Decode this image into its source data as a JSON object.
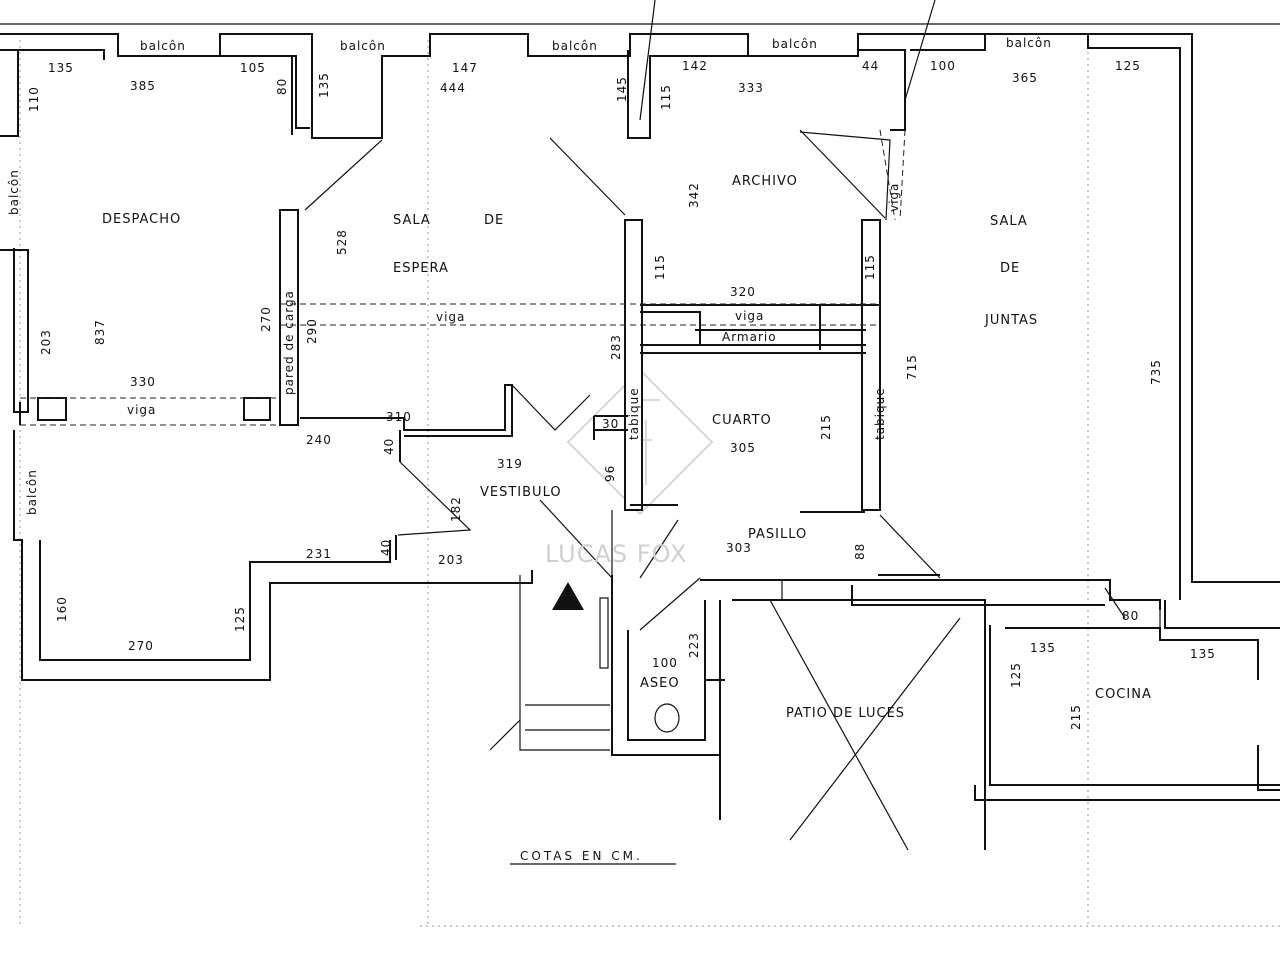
{
  "rooms": {
    "despacho": "DESPACHO",
    "sala_espera_1": "SALA",
    "sala_espera_2": "DE",
    "sala_espera_3": "ESPERA",
    "archivo": "ARCHIVO",
    "sala_juntas_1": "SALA",
    "sala_juntas_2": "DE",
    "sala_juntas_3": "JUNTAS",
    "cuarto": "CUARTO",
    "vestibulo": "VESTIBULO",
    "pasillo": "PASILLO",
    "aseo": "ASEO",
    "patio": "PATIO DE LUCES",
    "cocina": "COCINA"
  },
  "labels": {
    "balcon": "balcôn",
    "viga": "viga",
    "armario": "Armario",
    "tabique": "tabique",
    "pared_de_carga": "pared de carga",
    "cotas": "COTAS EN CM.",
    "watermark": "LUCAS FOX"
  },
  "dims": {
    "d135a": "135",
    "d385": "385",
    "d105": "105",
    "d80a": "80",
    "d110": "110",
    "d135b": "135",
    "d147": "147",
    "d444": "444",
    "d145": "145",
    "d115a": "115",
    "d142": "142",
    "d333": "333",
    "d44": "44",
    "d100a": "100",
    "d365": "365",
    "d125a": "125",
    "d342": "342",
    "d528": "528",
    "d115b": "115",
    "d115c": "115",
    "d320": "320",
    "d203a": "203",
    "d837": "837",
    "d270a": "270",
    "d290": "290",
    "d330": "330",
    "d283": "283",
    "d715": "715",
    "d735": "735",
    "d310": "310",
    "d30": "30",
    "d305": "305",
    "d215a": "215",
    "d240": "240",
    "d40a": "40",
    "d319": "319",
    "d96": "96",
    "d182": "182",
    "d303": "303",
    "d88": "88",
    "d231": "231",
    "d40b": "40",
    "d203b": "203",
    "d160": "160",
    "d125b": "125",
    "d270b": "270",
    "d100b": "100",
    "d223": "223",
    "d80b": "80",
    "d135c": "135",
    "d135d": "135",
    "d125c": "125",
    "d215b": "215"
  }
}
